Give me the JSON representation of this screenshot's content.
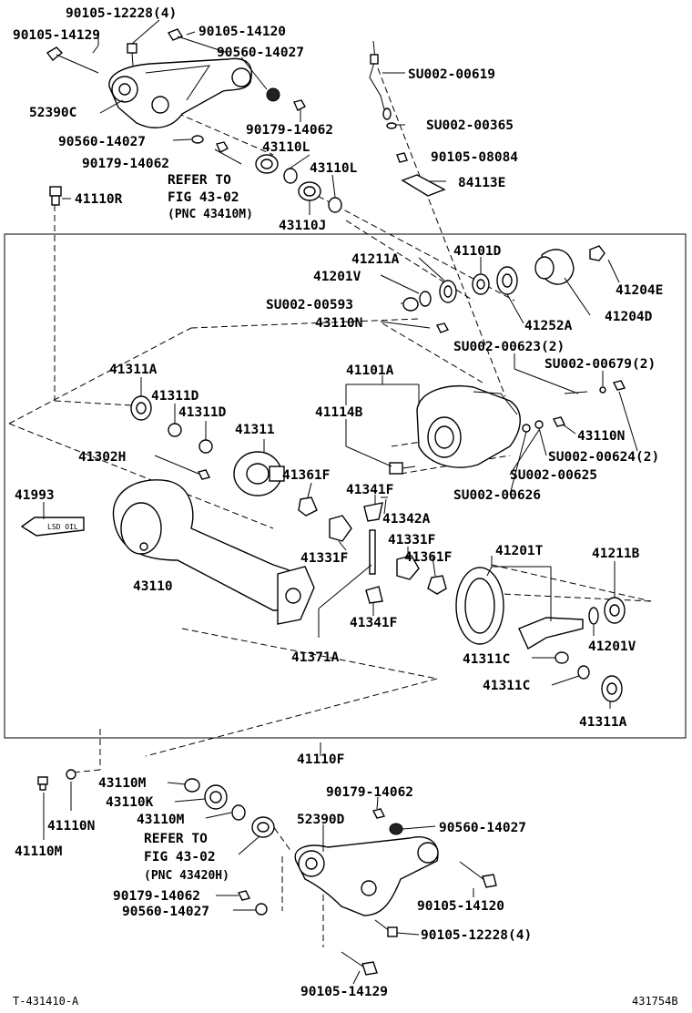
{
  "labels": {
    "l_90105_12228_top": "90105-12228(4)",
    "l_90105_14129_top": "90105-14129",
    "l_90105_14120_top": "90105-14120",
    "l_90560_14027_tr": "90560-14027",
    "l_52390c": "52390C",
    "l_90179_14062_mid": "90179-14062",
    "l_90560_14027_l": "90560-14027",
    "l_43110l_1": "43110L",
    "l_90179_14062_l": "90179-14062",
    "l_refer_top_1": "REFER TO",
    "l_refer_top_2": "FIG 43-02",
    "l_refer_top_3": "(PNC 43410M)",
    "l_43110l_2": "43110L",
    "l_43110j": "43110J",
    "l_41110r": "41110R",
    "l_su002_00619": "SU002-00619",
    "l_su002_00365": "SU002-00365",
    "l_90105_08084": "90105-08084",
    "l_84113e": "84113E",
    "l_41211a": "41211A",
    "l_41101d": "41101D",
    "l_41201v_top": "41201V",
    "l_su002_00593": "SU002-00593",
    "l_43110n_top": "43110N",
    "l_41204e": "41204E",
    "l_41252a": "41252A",
    "l_41204d": "41204D",
    "l_su002_00623": "SU002-00623(2)",
    "l_su002_00679": "SU002-00679(2)",
    "l_41311a_top": "41311A",
    "l_41101a": "41101A",
    "l_41311d_1": "41311D",
    "l_41311d_2": "41311D",
    "l_41114b": "41114B",
    "l_41311": "41311",
    "l_43110n_r": "43110N",
    "l_41302h": "41302H",
    "l_su002_00624": "SU002-00624(2)",
    "l_41361f_1": "41361F",
    "l_su002_00625": "SU002-00625",
    "l_41341f_1": "41341F",
    "l_41993": "41993",
    "l_su002_00626": "SU002-00626",
    "l_41342a": "41342A",
    "l_41331f_1": "41331F",
    "l_41201t": "41201T",
    "l_41211b": "41211B",
    "l_41331f_2": "41331F",
    "l_41361f_2": "41361F",
    "l_43110": "43110",
    "l_41341f_2": "41341F",
    "l_41201v_bot": "41201V",
    "l_41371a": "41371A",
    "l_41311c_1": "41311C",
    "l_41311c_2": "41311C",
    "l_41311a_bot": "41311A",
    "l_41110f": "41110F",
    "l_43110m_1": "43110M",
    "l_90179_14062_b": "90179-14062",
    "l_43110k": "43110K",
    "l_52390d": "52390D",
    "l_41110n": "41110N",
    "l_43110m_2": "43110M",
    "l_90560_14027_br": "90560-14027",
    "l_41110m": "41110M",
    "l_refer_bot_1": "REFER TO",
    "l_refer_bot_2": "FIG 43-02",
    "l_refer_bot_3": "(PNC 43420H)",
    "l_90179_14062_bl": "90179-14062",
    "l_90105_14120_bot": "90105-14120",
    "l_90560_14027_bl": "90560-14027",
    "l_90105_12228_bot": "90105-12228(4)",
    "l_90105_14129_bot": "90105-14129",
    "plate_text": "LSD OIL"
  },
  "footer": {
    "left_code": "T-431410-A",
    "right_code": "431754B"
  }
}
